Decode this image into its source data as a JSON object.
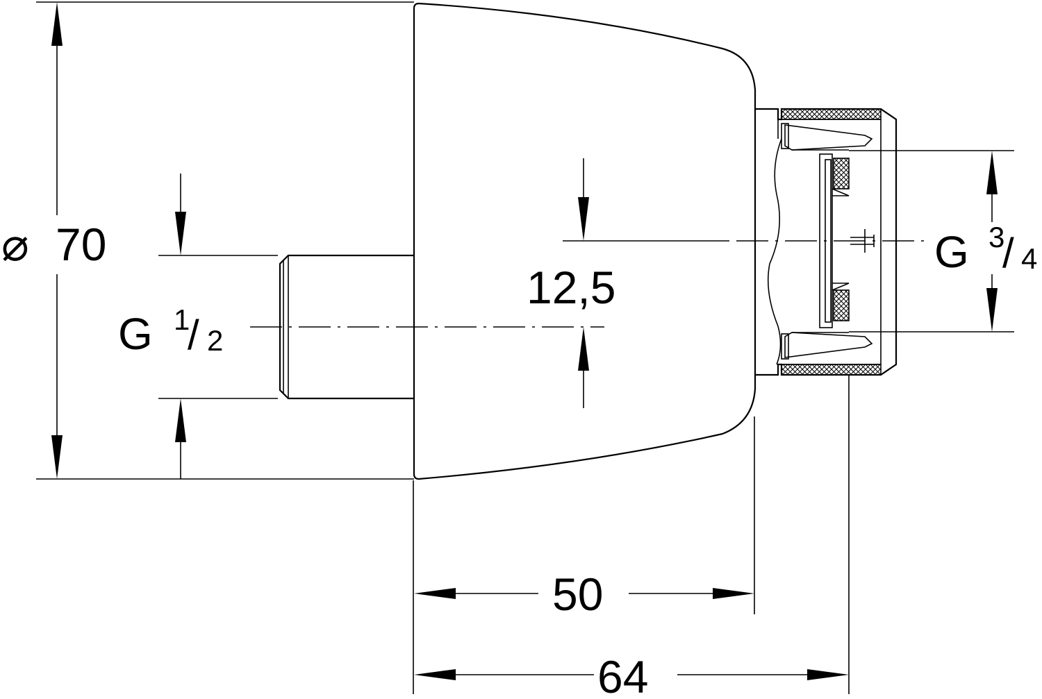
{
  "dimensions": {
    "diameter": {
      "symbol": "⌀",
      "value": "70"
    },
    "thread_outlet": {
      "prefix": "G",
      "numerator": "1",
      "slash": "/",
      "denominator": "2"
    },
    "thread_inlet": {
      "prefix": "G",
      "numerator": "3",
      "slash": "/",
      "denominator": "4"
    },
    "offset": "12,5",
    "body_length": "50",
    "total_length": "64"
  }
}
